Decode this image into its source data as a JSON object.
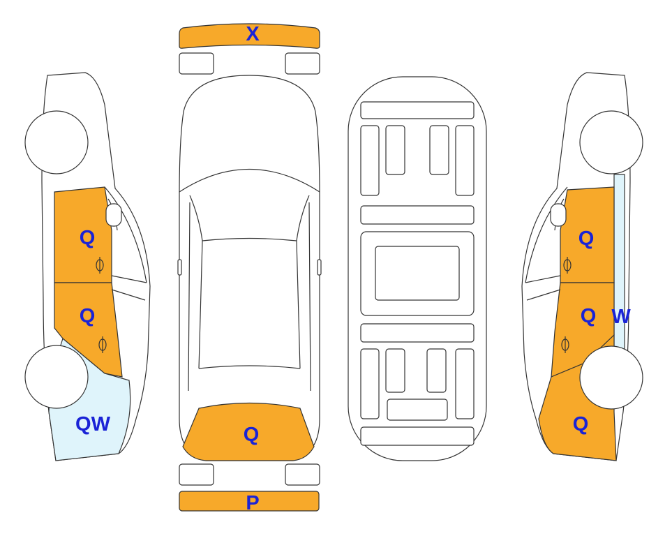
{
  "colors": {
    "damage_fill": "#f7a92a",
    "wear_fill": "#dff4fb",
    "label_color": "#1a23d6",
    "outline": "#333333"
  },
  "labels": {
    "front_bumper": "X",
    "rear_bumper": "P",
    "top_rear_panel": "Q",
    "left_front_door": "Q",
    "left_rear_door": "Q",
    "left_rear_quarter": "QW",
    "right_front_door": "Q",
    "right_rear_door": "Q",
    "right_rear_pillar": "W",
    "right_rear_quarter": "Q"
  }
}
